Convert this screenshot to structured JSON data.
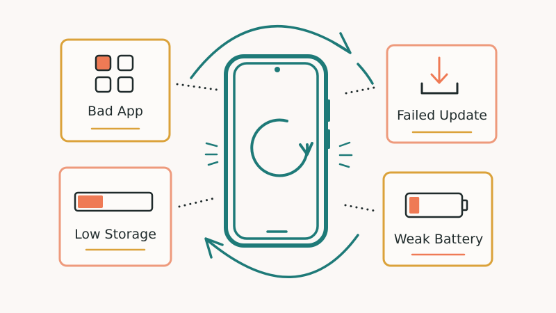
{
  "diagram": {
    "center": {
      "device": "smartphone",
      "screen_icon": "restart-loop-icon"
    },
    "cards": [
      {
        "id": "bad-app",
        "label": "Bad App",
        "icon": "app-grid-icon"
      },
      {
        "id": "failed-update",
        "label": "Failed Update",
        "icon": "download-tray-icon"
      },
      {
        "id": "low-storage",
        "label": "Low Storage",
        "icon": "storage-bar-icon",
        "fill_fraction": 0.35
      },
      {
        "id": "weak-battery",
        "label": "Weak Battery",
        "icon": "battery-low-icon",
        "charge_fraction": 0.2
      }
    ],
    "colors": {
      "teal": "#1e7a78",
      "orange": "#ef7a55",
      "amber": "#dba23a",
      "card_orange_border": "#ee9a7c",
      "ink": "#1f2a2b",
      "background": "#fbf8f6"
    }
  }
}
